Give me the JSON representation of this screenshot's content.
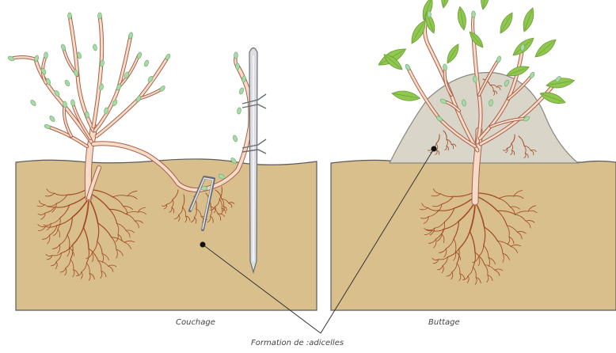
{
  "panels": [
    {
      "caption": "Couchage"
    },
    {
      "caption": "Buttage"
    }
  ],
  "callout": {
    "label": "Formation de :adicelles"
  },
  "colors": {
    "soil": "#d8bf8c",
    "soil_edge": "#5a5a5a",
    "mound": "#d9d5c9",
    "stem": "#f6dcc8",
    "stem_edge": "#a8604a",
    "root": "#a24a24",
    "bud": "#a8d9a6",
    "leaf": "#8fc84e",
    "leaf_edge": "#6a9a34",
    "stake": "#dcdde2",
    "stake_edge": "#6a6c74"
  },
  "icons": [
    "stake-icon",
    "wire-clip-icon",
    "peg-icon"
  ]
}
